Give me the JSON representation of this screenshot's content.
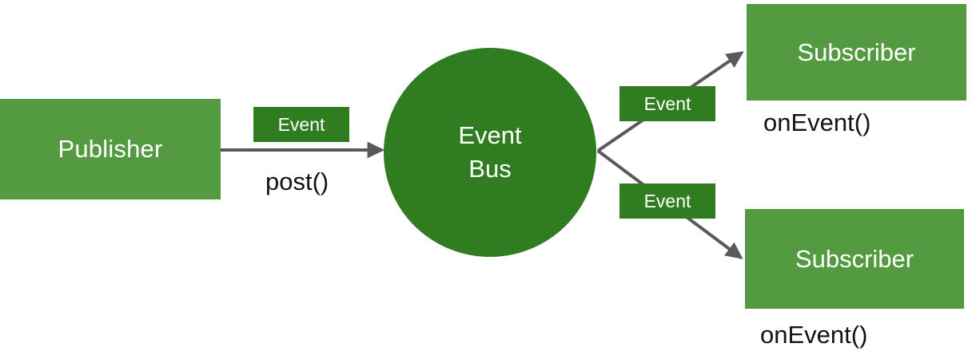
{
  "diagram": {
    "title": "Event Bus publish-subscribe diagram",
    "colors": {
      "node_light_green": "#539A40",
      "node_dark_green": "#2F7D20",
      "arrow_gray": "#595959",
      "text_white": "#FFFFFF",
      "text_dark": "#131313",
      "background": "#FFFFFF"
    },
    "nodes": {
      "publisher": {
        "label": "Publisher"
      },
      "event_bus": {
        "line1": "Event",
        "line2": "Bus"
      },
      "subscriber_top": {
        "label": "Subscriber"
      },
      "subscriber_bottom": {
        "label": "Subscriber"
      }
    },
    "event_tags": {
      "post": "Event",
      "subscriber_top": "Event",
      "subscriber_bottom": "Event"
    },
    "method_labels": {
      "post": "post()",
      "on_event_top": "onEvent()",
      "on_event_bottom": "onEvent()"
    },
    "connections": [
      {
        "name": "publisher-to-bus",
        "from": "Publisher",
        "to": "Event Bus",
        "tag": "Event",
        "method": "post()"
      },
      {
        "name": "bus-to-subscriber-top",
        "from": "Event Bus",
        "to": "Subscriber",
        "tag": "Event",
        "method": "onEvent()"
      },
      {
        "name": "bus-to-subscriber-bottom",
        "from": "Event Bus",
        "to": "Subscriber",
        "tag": "Event",
        "method": "onEvent()"
      }
    ]
  }
}
